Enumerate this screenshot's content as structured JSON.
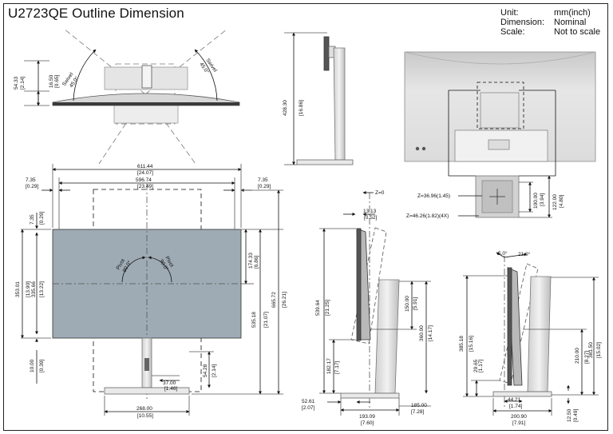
{
  "title": "U2723QE Outline  Dimension",
  "info": {
    "unit_label": "Unit:",
    "unit_value": "mm(inch)",
    "dimension_label": "Dimension:",
    "dimension_value": "Nominal",
    "scale_label": "Scale:",
    "scale_value": "Not to scale"
  },
  "top_view": {
    "swivel_left": "Swivel",
    "swivel_left_angle": "45.0°",
    "swivel_right": "Swivel",
    "swivel_right_angle": "45.0°",
    "depth_mm": "54.33",
    "depth_in": "[2.14]",
    "thin_mm": "16.50",
    "thin_in": "[0.65]"
  },
  "side_stand": {
    "height_mm": "428.30",
    "height_in": "[16.86]"
  },
  "rear_view": {
    "z1": "Z=36.96(1.45)",
    "z2": "Z=46.26(1.82)(4X)",
    "v100_mm": "100.00",
    "v100_in": "[3.94]",
    "v122_mm": "122.00",
    "v122_in": "[4.80]"
  },
  "front_view": {
    "width_mm": "611.44",
    "width_in": "[24.07]",
    "inner_mm": "596.74",
    "inner_in": "[23.49]",
    "left_bezel_mm": "7.35",
    "left_bezel_in": "[0.29]",
    "right_bezel_mm": "7.35",
    "right_bezel_in": "[0.29]",
    "top_bezel_mm": "7.35",
    "top_bezel_in": "[0.29]",
    "panel_h_mm": "353.01",
    "panel_h_in": "[13.90]",
    "active_h_mm": "335.66",
    "active_h_in": "[13.22]",
    "low_mm": "10.00",
    "low_in": "[0.39]",
    "pivot_left": "Pivot",
    "pivot_left_angle": "90.0°",
    "pivot_right": "Pivot",
    "pivot_right_angle": "90.0°",
    "r174_mm": "174.33",
    "r174_in": "[6.86]",
    "r535_mm": "535.18",
    "r535_in": "[21.07]",
    "r665_mm": "665.72",
    "r665_in": "[26.21]",
    "cable_mm": "37.00",
    "cable_in": "[1.46]",
    "gap_mm": "54.28",
    "gap_in": "[2.14]",
    "base_mm": "268.00",
    "base_in": "[10.55]"
  },
  "side_tilt_left": {
    "z0": "Z=0",
    "t13_mm": "13.13",
    "t13_in": "[0.52]",
    "h539_mm": "539.64",
    "h539_in": "[21.25]",
    "h150_mm": "150.00",
    "h150_in": "[5.91]",
    "h360_mm": "360.00",
    "h360_in": "[14.17]",
    "h182_mm": "182.17",
    "h182_in": "[7.17]",
    "b52_mm": "52.61",
    "b52_in": "[2.07]",
    "b193_mm": "193.09",
    "b193_in": "[7.60]",
    "b185_mm": "185.00",
    "b185_in": "[7.28]"
  },
  "side_tilt_right": {
    "tilt_fwd": "5.0°",
    "tilt_back": "21.0°",
    "h385_mm": "385.18",
    "h385_in": "[15.16]",
    "h29_mm": "29.65",
    "h29_in": "[1.17]",
    "h210_mm": "210.00",
    "h210_in": "[8.27]",
    "h381_mm": "381.50",
    "h381_in": "[15.02]",
    "b44_mm": "44.21",
    "b44_in": "[1.74]",
    "b200_mm": "200.90",
    "b200_in": "[7.91]",
    "b12_mm": "12.50",
    "b12_in": "[0.49]"
  }
}
